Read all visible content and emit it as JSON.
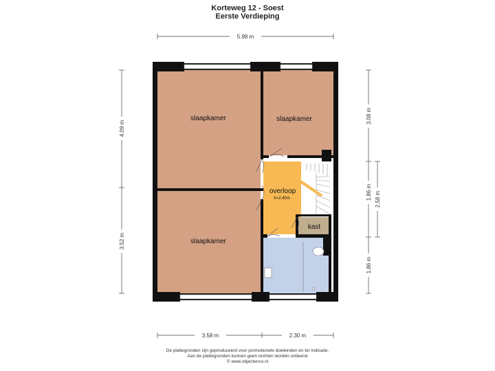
{
  "header": {
    "title": "Korteweg 12 - Soest",
    "subtitle": "Eerste Verdieping"
  },
  "dimensions": {
    "top_width": "5.98 m",
    "left_upper": "4.09 m",
    "left_lower": "3.52 m",
    "right_upper": "3.08 m",
    "right_mid": "1.86 m",
    "right_outer": "2.58 m",
    "right_lower": "1.86 m",
    "bottom_left": "3.58 m",
    "bottom_right": "2.30 m"
  },
  "rooms": {
    "bedroom_1": "slaapkamer",
    "bedroom_2": "slaapkamer",
    "bedroom_3": "slaapkamer",
    "landing": "overloop",
    "landing_height": "h=2.40m",
    "closet": "kast"
  },
  "colors": {
    "bedroom": "#d4a184",
    "landing": "#f8b955",
    "closet": "#bfad8e",
    "bathroom": "#c3d2e8",
    "wall": "#111111"
  },
  "footer": {
    "line1": "De plattegronden zijn geproduceerd voor promotionele doeleinden en ter indicatie.",
    "line2": "Aan de plattegronden kunnen geen rechten worden ontleend",
    "line3": "© www.objectenco.nl"
  }
}
